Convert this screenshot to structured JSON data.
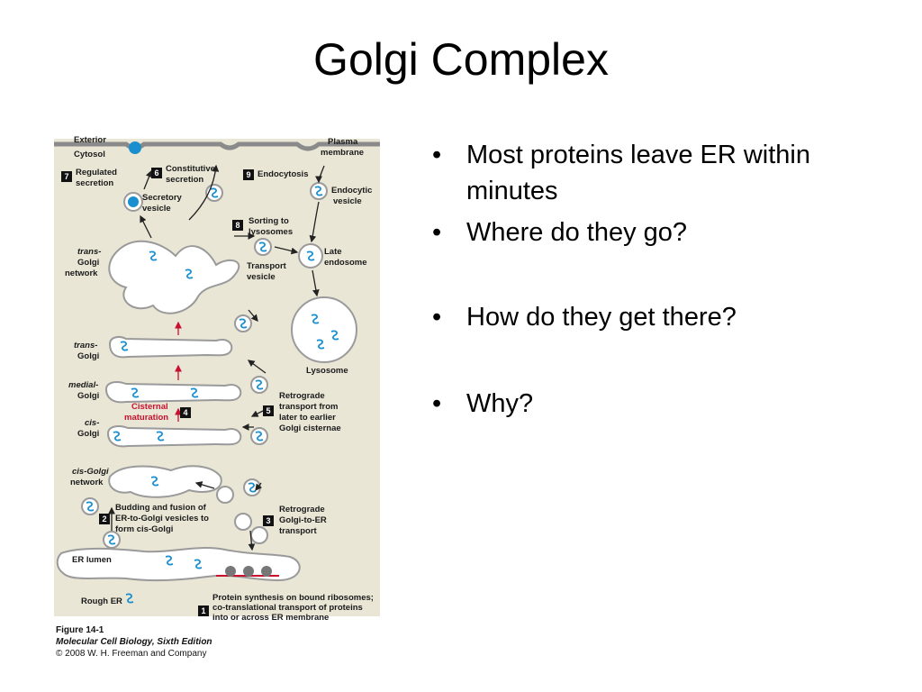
{
  "slide": {
    "title": "Golgi Complex",
    "bullets": [
      "Most proteins leave ER within minutes",
      "Where do they go?",
      "How do they get there?",
      "Why?"
    ]
  },
  "figure": {
    "labels": {
      "exterior": "Exterior",
      "cytosol": "Cytosol",
      "plasma_membrane_1": "Plasma",
      "plasma_membrane_2": "membrane",
      "regulated_secretion_1": "Regulated",
      "regulated_secretion_2": "secretion",
      "constitutive_secretion_1": "Constitutive",
      "constitutive_secretion_2": "secretion",
      "endocytosis": "Endocytosis",
      "endocytic_vesicle_1": "Endocytic",
      "endocytic_vesicle_2": "vesicle",
      "secretory_vesicle_1": "Secretory",
      "secretory_vesicle_2": "vesicle",
      "sorting_to_lysosomes_1": "Sorting to",
      "sorting_to_lysosomes_2": "lysosomes",
      "trans_golgi_network_1": "trans-",
      "trans_golgi_network_2": "Golgi",
      "trans_golgi_network_3": "network",
      "transport_vesicle_1": "Transport",
      "transport_vesicle_2": "vesicle",
      "late_endosome_1": "Late",
      "late_endosome_2": "endosome",
      "lysosome": "Lysosome",
      "trans_golgi_1": "trans-",
      "trans_golgi_2": "Golgi",
      "medial_golgi_1": "medial-",
      "medial_golgi_2": "Golgi",
      "retrograde_later_1": "Retrograde",
      "retrograde_later_2": "transport from",
      "retrograde_later_3": "later to earlier",
      "retrograde_later_4": "Golgi cisternae",
      "cisternal_maturation_1": "Cisternal",
      "cisternal_maturation_2": "maturation",
      "cis_golgi_1": "cis-",
      "cis_golgi_2": "Golgi",
      "cis_golgi_network_1": "cis-Golgi",
      "cis_golgi_network_2": "network",
      "budding_fusion_1": "Budding and fusion of",
      "budding_fusion_2": "ER-to-Golgi vesicles to",
      "budding_fusion_3": "form cis-Golgi",
      "retrograde_er_1": "Retrograde",
      "retrograde_er_2": "Golgi-to-ER",
      "retrograde_er_3": "transport",
      "er_lumen": "ER lumen",
      "rough_er": "Rough ER",
      "protein_synthesis_1": "Protein synthesis on bound ribosomes;",
      "protein_synthesis_2": "co-translational transport of proteins",
      "protein_synthesis_3": "into or across ER membrane"
    },
    "step_numbers": [
      "1",
      "2",
      "3",
      "4",
      "5",
      "6",
      "7",
      "8",
      "9"
    ],
    "caption": {
      "figure": "Figure 14-1",
      "book": "Molecular Cell Biology, Sixth Edition",
      "copyright": "© 2008 W. H. Freeman and Company"
    },
    "colors": {
      "background": "#e9e6d6",
      "membrane_fill": "#ffffff",
      "membrane_stroke": "#9a9a9a",
      "protein": "#1a8fd0",
      "arrow_red": "#c8102e",
      "ribosome": "#777777"
    }
  }
}
